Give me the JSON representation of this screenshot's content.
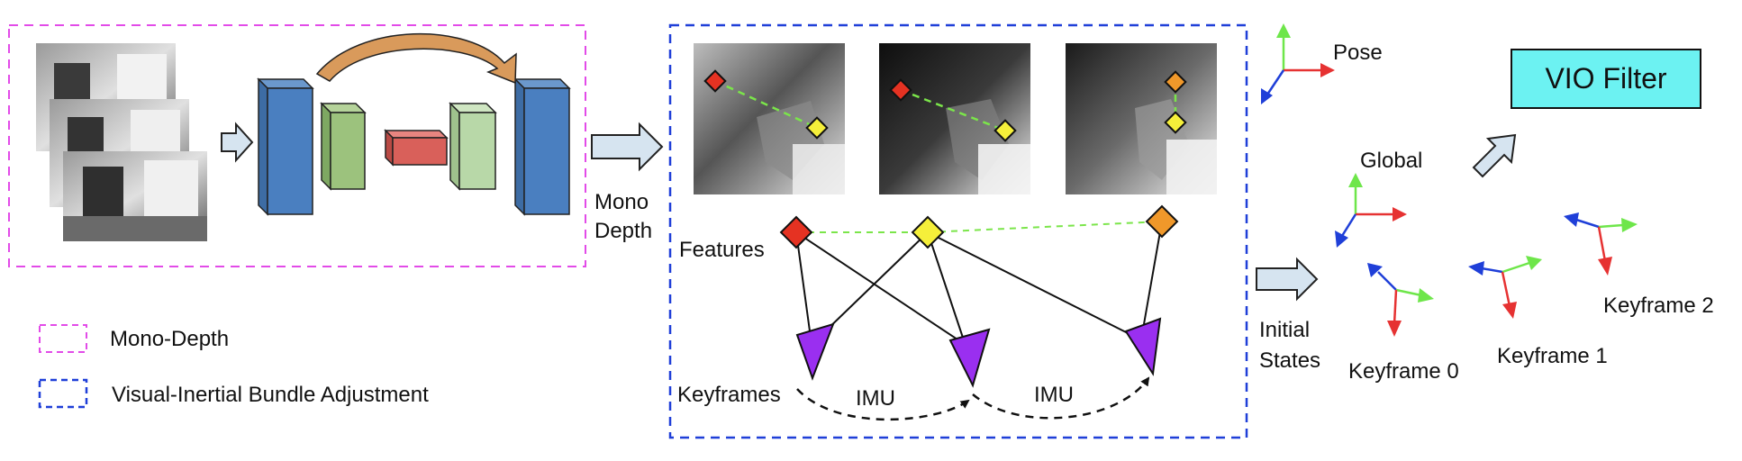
{
  "labels": {
    "mono_depth_step": [
      "Mono",
      "Depth"
    ],
    "features": "Features",
    "keyframes": "Keyframes",
    "imu_1": "IMU",
    "imu_2": "IMU",
    "pose": "Pose",
    "global": "Global",
    "vio_filter": "VIO Filter",
    "initial_states": [
      "Initial",
      "States"
    ],
    "keyframe_0": "Keyframe 0",
    "keyframe_1": "Keyframe 1",
    "keyframe_2": "Keyframe 2"
  },
  "legend": [
    {
      "label": "Mono-Depth",
      "color": "#e24be8"
    },
    {
      "label": "Visual-Inertial Bundle Adjustment",
      "color": "#1f3fd8"
    }
  ],
  "colors": {
    "mono_depth_box": "#e24be8",
    "vi_ba_box": "#1f3fd8",
    "encoder_decoder": "#4a7fc0",
    "enc_mid": "#9cc27d",
    "dec_mid": "#b8d8a8",
    "bottleneck": "#d9605a",
    "skip_arrow": "#d99a5b",
    "feature_red": "#e53222",
    "feature_yellow": "#f5ef3a",
    "feature_orange": "#f0982a",
    "keyframe": "#9a2ff0",
    "vio_filter": "#6cf2f2",
    "axis_x": "#e63232",
    "axis_y": "#6ee64a",
    "axis_z": "#1f3fd8",
    "block_arrow": "#d6e4f0"
  }
}
